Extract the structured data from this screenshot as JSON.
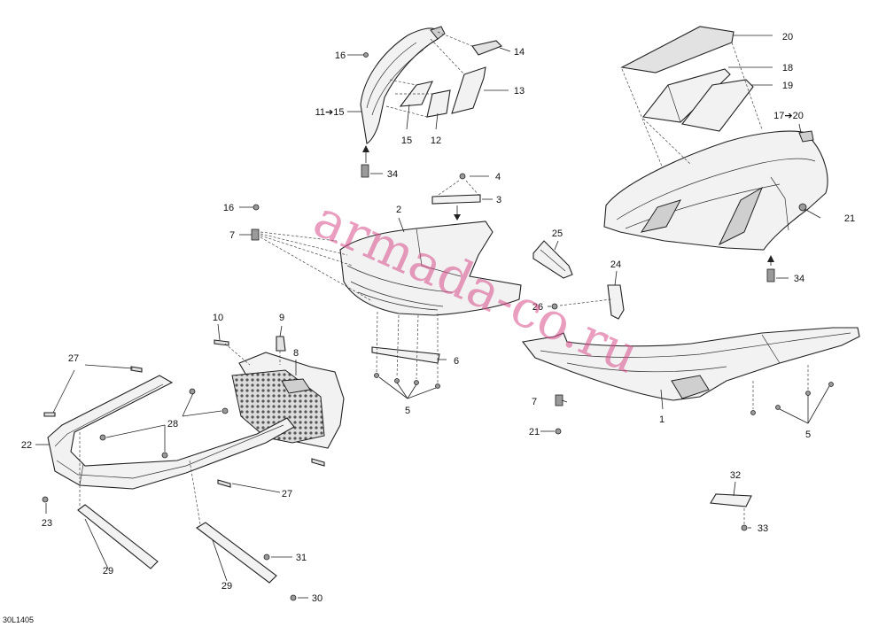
{
  "diagram_code": "30L1405",
  "watermark": "armada-co.ru",
  "callouts": {
    "c1": "1",
    "c2": "2",
    "c3": "3",
    "c4": "4",
    "c5a": "5",
    "c5b": "5",
    "c6": "6",
    "c7a": "7",
    "c7b": "7",
    "c8": "8",
    "c9": "9",
    "c10": "10",
    "c11_15": "11➔15",
    "c12": "12",
    "c13": "13",
    "c14": "14",
    "c15": "15",
    "c16a": "16",
    "c16b": "16",
    "c17_20": "17➔20",
    "c18": "18",
    "c19": "19",
    "c20": "20",
    "c21a": "21",
    "c21b": "21",
    "c22": "22",
    "c23": "23",
    "c24": "24",
    "c25": "25",
    "c26": "26",
    "c27a": "27",
    "c27b": "27",
    "c28": "28",
    "c29a": "29",
    "c29b": "29",
    "c30": "30",
    "c31": "31",
    "c32": "32",
    "c33": "33",
    "c34a": "34",
    "c34b": "34"
  },
  "colors": {
    "line": "#222222",
    "watermark": "#d94f8a",
    "part_fill": "#f2f2f2"
  }
}
